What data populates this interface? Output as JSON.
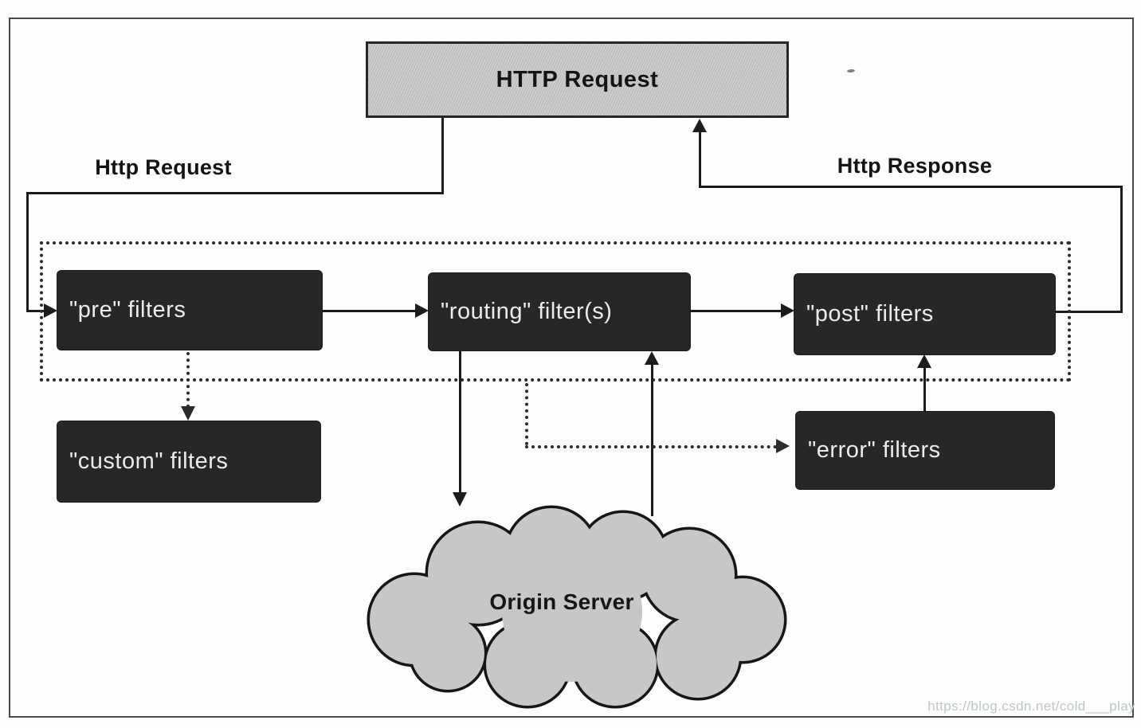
{
  "diagram": {
    "http_request_box": "HTTP Request",
    "request_label": "Http Request",
    "response_label": "Http Response",
    "nodes": {
      "pre": "\"pre\" filters",
      "routing": "\"routing\" filter(s)",
      "post": "\"post\" filters",
      "custom": "\"custom\" filters",
      "error": "\"error\" filters",
      "origin_server": "Origin Server"
    },
    "edges": [
      {
        "from": "HTTP Request",
        "to": "pre filters",
        "label": "Http Request",
        "style": "solid"
      },
      {
        "from": "pre filters",
        "to": "routing filter(s)",
        "style": "solid"
      },
      {
        "from": "routing filter(s)",
        "to": "post filters",
        "style": "solid"
      },
      {
        "from": "post filters",
        "to": "HTTP Request",
        "label": "Http Response",
        "style": "solid"
      },
      {
        "from": "pre filters",
        "to": "custom filters",
        "style": "dotted"
      },
      {
        "from": "filter chain",
        "to": "error filters",
        "style": "dotted"
      },
      {
        "from": "error filters",
        "to": "post filters",
        "style": "solid"
      },
      {
        "from": "routing filter(s)",
        "to": "Origin Server",
        "style": "solid"
      },
      {
        "from": "Origin Server",
        "to": "routing filter(s)",
        "style": "solid"
      }
    ],
    "watermark": "https://blog.csdn.net/cold___play",
    "colors": {
      "node_dark": "#272727",
      "node_text": "#ececec",
      "header_fill": "#c9c9c9",
      "cloud_fill": "#c7c7c7",
      "line": "#1c1c1c",
      "watermark_text": "#bcc6ce"
    }
  }
}
